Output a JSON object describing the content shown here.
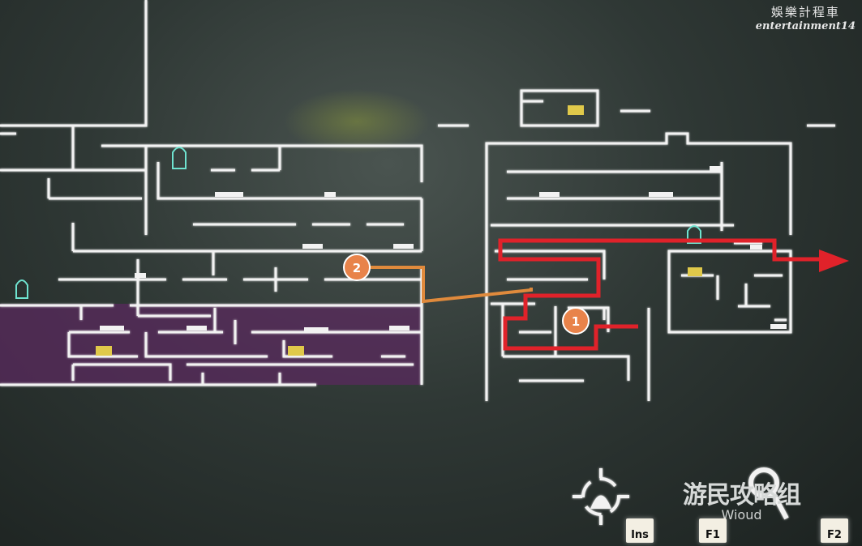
{
  "watermark_top": {
    "chinese": "娛樂計程車",
    "english": "entertainment14"
  },
  "watermark_bottom": {
    "chinese": "游民攻略组",
    "english": "Wioud"
  },
  "route_markers": [
    {
      "label": "1",
      "color": "#e8834a"
    },
    {
      "label": "2",
      "color": "#e8834a"
    }
  ],
  "route_colors": {
    "route_1": "#e0222a",
    "route_2": "#e08a3c"
  },
  "hud": {
    "center_icon": "crosshair-character-icon",
    "zoom_icon": "magnifier-icon",
    "keys": {
      "center": "Ins",
      "zoom_out": "F1",
      "zoom_in": "F2"
    }
  }
}
